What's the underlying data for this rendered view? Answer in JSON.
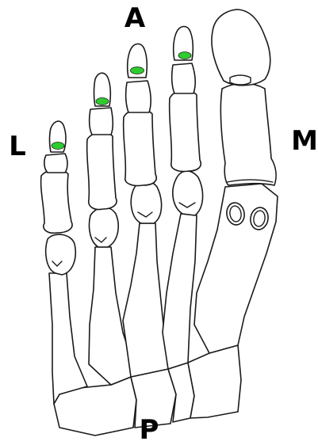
{
  "labels": {
    "anterior": "A",
    "lateral": "L",
    "medial": "M",
    "posterior": "P"
  },
  "colors": {
    "marker": "#2ecc2e",
    "outline": "#1a1a1a",
    "background": "#ffffff"
  }
}
